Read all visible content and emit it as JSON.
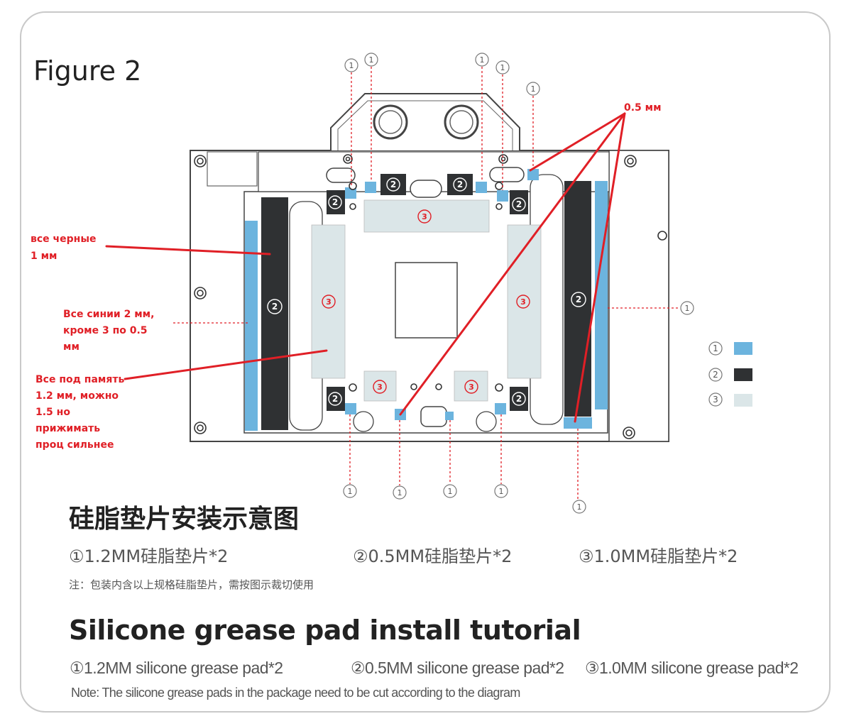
{
  "figure_title": "Figure 2",
  "pad_markers": {
    "p1": "①",
    "p2": "②",
    "p3": "③"
  },
  "legend": [
    {
      "marker": "①",
      "color": "#6cb4de"
    },
    {
      "marker": "②",
      "color": "#2f3133"
    },
    {
      "marker": "③",
      "color": "#dbe6e8"
    }
  ],
  "annotations": {
    "half_mm": "0.5 мм",
    "black_line1": "все черные",
    "black_line2": "1 мм",
    "blue_line1": "Все синии 2 мм,",
    "blue_line2": "кроме 3 по 0.5",
    "blue_line3": "мм",
    "mem_line1": "Все под память",
    "mem_line2": "1.2 мм, можно",
    "mem_line3": "1.5 но",
    "mem_line4": "прижимать",
    "mem_line5": "проц сильнее"
  },
  "chinese": {
    "title": "硅脂垫片安装示意图",
    "item1": "①1.2MM硅脂垫片*2",
    "item2": "②0.5MM硅脂垫片*2",
    "item3": "③1.0MM硅脂垫片*2",
    "note": "注：包装内含以上规格硅脂垫片，需按图示裁切使用"
  },
  "english": {
    "title": "Silicone grease pad install tutorial",
    "item1": "①1.2MM silicone grease pad*2",
    "item2": "②0.5MM silicone grease pad*2",
    "item3": "③1.0MM silicone grease pad*2",
    "note": "Note: The silicone grease pads in the package need to be cut according to the diagram"
  },
  "colors": {
    "blue_pad": "#6cb4de",
    "black_pad": "#2f3133",
    "light_pad": "#dbe6e8",
    "annotation_red": "#e01f26",
    "outline": "#444444"
  }
}
